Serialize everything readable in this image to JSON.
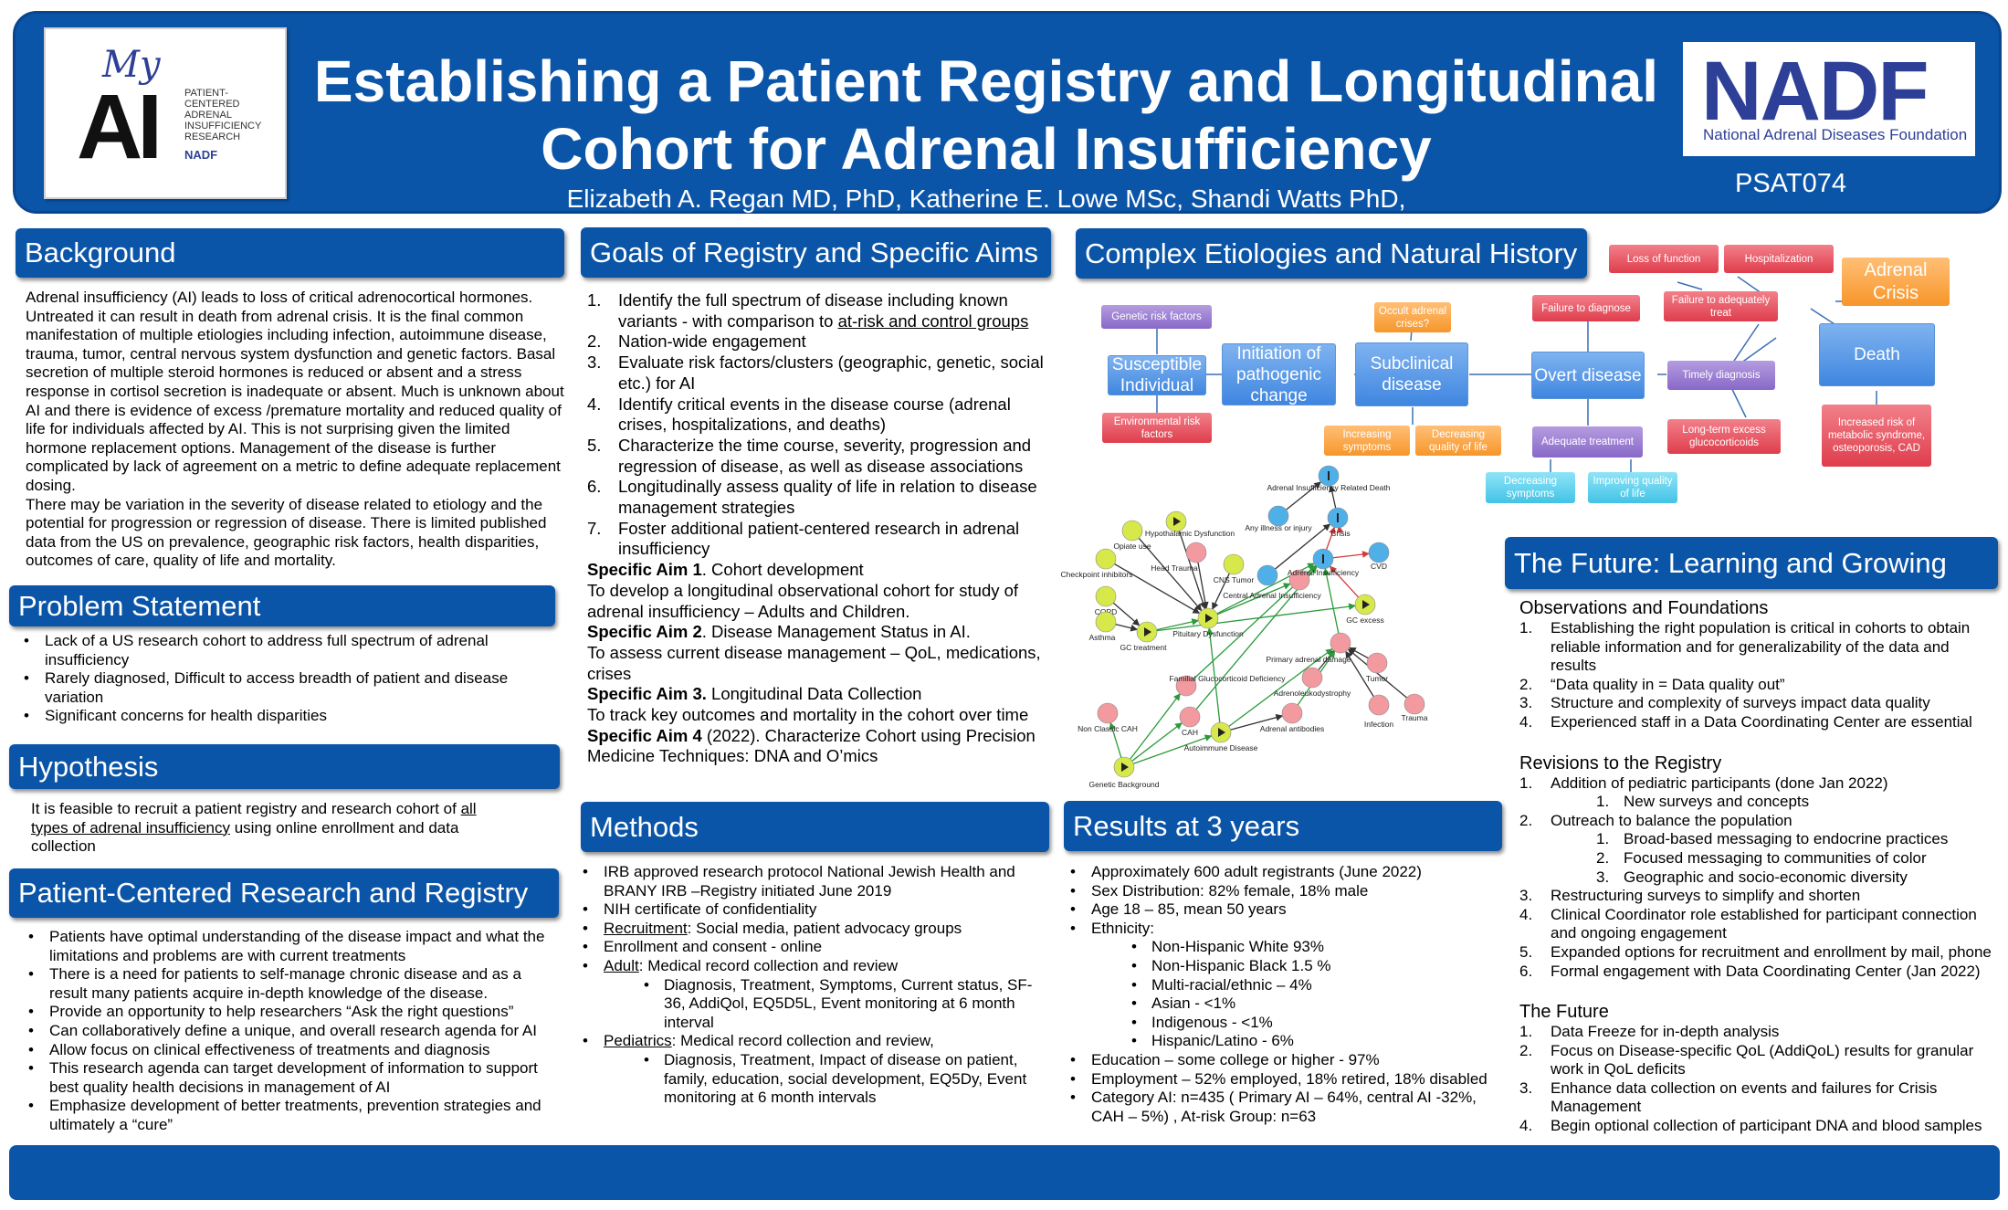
{
  "header": {
    "title_line1": "Establishing a Patient Registry and Longitudinal",
    "title_line2": "Cohort for Adrenal Insufficiency",
    "authors": "Elizabeth A. Regan MD, PhD, Katherine E. Lowe MSc, Shandi Watts PhD,",
    "poster_id": "PSAT074",
    "myai_logo": {
      "my": "My",
      "ai": "AI",
      "line1": "PATIENT-",
      "line2": "CENTERED",
      "line3": "ADRENAL",
      "line4": "INSUFFICIENCY",
      "line5": "RESEARCH",
      "badge": "NADF"
    },
    "nadf_logo": {
      "letters": "NADF",
      "subtitle": "National Adrenal Diseases Foundation"
    }
  },
  "background": {
    "heading": "Background",
    "text": "Adrenal insufficiency (AI) leads to loss of critical adrenocortical hormones. Untreated it can result in death from adrenal crisis.  It is the final common manifestation of multiple etiologies including infection, autoimmune disease, trauma, tumor, central nervous system dysfunction and genetic factors. Basal secretion of multiple steroid hormones is reduced or absent and a stress response in cortisol secretion is inadequate or absent.  Much is unknown about AI and there is evidence of excess /premature mortality and reduced quality of life for individuals affected by AI.  This is not surprising given the limited hormone replacement options.  Management of the disease is further complicated by lack of agreement on a metric to define adequate replacement dosing.",
    "text2": "There may be variation in the severity of disease related to etiology and the potential for progression or regression of disease. There is limited published data from the US on prevalence, geographic risk factors, health disparities, outcomes of care, quality of life and mortality."
  },
  "problem": {
    "heading": "Problem Statement",
    "items": [
      "Lack of a US research cohort to address full spectrum of adrenal insufficiency",
      "Rarely diagnosed, Difficult to access breadth of patient and disease variation",
      "Significant concerns for health disparities"
    ]
  },
  "hypothesis": {
    "heading": "Hypothesis",
    "text_a": "It is feasible to recruit a patient registry and research cohort of ",
    "text_u": "all types of adrenal insufficiency",
    "text_b": " using online enrollment and data collection"
  },
  "pcr": {
    "heading": "Patient-Centered Research and Registry",
    "items": [
      "Patients have optimal understanding of the disease impact and what the limitations and problems are with current treatments",
      "There is a need for patients to self-manage chronic disease and as a result many patients acquire in-depth knowledge of the disease.",
      "Provide an opportunity to help researchers  “Ask the right questions”",
      "Can collaboratively define a unique, and overall research agenda for AI",
      "Allow focus on clinical effectiveness of treatments and diagnosis",
      "This research agenda can target development of information to support best quality health decisions in management of AI",
      "Emphasize development of better treatments, prevention strategies and ultimately a “cure”"
    ]
  },
  "goals": {
    "heading": "Goals of Registry and Specific Aims",
    "g1a": "Identify the full spectrum of disease including known variants - with comparison to ",
    "g1u": "at-risk and control groups",
    "items": [
      "Nation-wide engagement",
      "Evaluate risk factors/clusters (geographic, genetic, social etc.) for AI",
      "Identify critical events in the disease course (adrenal crises, hospitalizations, and deaths)",
      "Characterize the time course, severity, progression and regression of disease, as well as disease associations",
      "Longitudinally assess quality of life in relation to disease management strategies",
      "Foster additional patient-centered research in adrenal insufficiency"
    ],
    "aim1_label": "Specific Aim 1",
    "aim1_title": ". Cohort development",
    "aim1_text": "To develop a longitudinal observational cohort for study of adrenal insufficiency – Adults and Children.",
    "aim2_label": "Specific Aim 2",
    "aim2_title": ". Disease Management Status in AI.",
    "aim2_text": "To assess current disease management – QoL, medications, crises",
    "aim3_label": "Specific Aim 3.",
    "aim3_title": "  Longitudinal Data Collection",
    "aim3_text": "To track key outcomes and mortality in the cohort over time",
    "aim4_label": "Specific Aim 4",
    "aim4_title": " (2022). Characterize Cohort using Precision Medicine Techniques: DNA and O’mics"
  },
  "methods": {
    "heading": "Methods",
    "m1": "IRB approved research protocol National Jewish Health and BRANY IRB –Registry initiated June 2019",
    "m2": "NIH certificate of confidentiality",
    "m3u": "Recruitment",
    "m3": ": Social media, patient advocacy groups",
    "m4": "Enrollment and consent - online",
    "m5u": "Adult",
    "m5": ": Medical record collection and review",
    "m5sub": "Diagnosis, Treatment, Symptoms, Current status, SF-36, AddiQol, EQ5D5L, Event monitoring at 6 month interval",
    "m6u": "Pediatrics",
    "m6": ": Medical record collection and review,",
    "m6sub": "Diagnosis, Treatment, Impact of disease on patient, family, education, social development, EQ5Dy, Event monitoring at 6 month intervals"
  },
  "etiologies": {
    "heading": "Complex Etiologies and Natural History",
    "boxes": {
      "genetic": "Genetic risk factors",
      "susceptible": "Susceptible Individual",
      "environmental": "Environmental risk factors",
      "initiation": "Initiation of pathogenic change",
      "occult": "Occult adrenal crises?",
      "subclinical": "Subclinical disease",
      "increasing": "Increasing symptoms",
      "decreasing_qol": "Decreasing quality of life",
      "failure_diagnose": "Failure to diagnose",
      "overt": "Overt disease",
      "adequate": "Adequate treatment",
      "decreasing_sym": "Decreasing symptoms",
      "improving": "Improving quality of life",
      "loss": "Loss of function",
      "hospitalization": "Hospitalization",
      "failure_treat": "Failure to adequately treat",
      "timely": "Timely diagnosis",
      "longterm": "Long-term excess glucocorticoids",
      "adrenal_crisis": "Adrenal Crisis",
      "death": "Death",
      "increased_risk": "Increased risk of metabolic syndrome, osteoporosis, CAD"
    }
  },
  "network": {
    "labels": [
      "Adrenal Insufficiency Related Death",
      "Any illness or injury",
      "Crisis",
      "CVD",
      "Hypothalamic Dysfunction",
      "Opiate use",
      "Head Trauma",
      "CNS Tumor",
      "Checkpoint inhibitors",
      "Central Adrenal Insufficiency",
      "Adrenal Insufficiency",
      "GC excess",
      "COPD",
      "Pituitary Dysfunction",
      "Asthma",
      "GC treatment",
      "Primary adrenal damage",
      "Tumor",
      "Familial Glucocorticoid Deficiency",
      "Adrenoleukodystrophy",
      "Trauma",
      "Infection",
      "Non Classic CAH",
      "CAH",
      "Adrenal antibodies",
      "Autoimmune Disease",
      "Genetic Background"
    ]
  },
  "results": {
    "heading": "Results at 3 years",
    "items": [
      "Approximately 600 adult registrants (June 2022)",
      "Sex Distribution: 82% female, 18% male",
      "Age 18 – 85, mean 50 years",
      "Ethnicity:"
    ],
    "ethnicity": [
      "Non-Hispanic White 93%",
      "Non-Hispanic Black 1.5 %",
      "Multi-racial/ethnic – 4%",
      "Asian - <1%",
      "Indigenous - <1%",
      "Hispanic/Latino - 6%"
    ],
    "items2": [
      "Education – some college or higher - 97%",
      "Employment – 52% employed, 18% retired, 18% disabled",
      "Category AI: n=435 ( Primary AI – 64%, central AI -32%, CAH – 5%) , At-risk Group: n=63"
    ]
  },
  "future": {
    "heading": "The Future: Learning and Growing",
    "obs_title": "Observations and Foundations",
    "obs": [
      "Establishing the right population is critical in cohorts to obtain reliable information and for generalizability of the data and results",
      "“Data quality in = Data quality out”",
      "Structure and complexity of surveys impact data quality",
      "Experienced staff in a Data Coordinating Center are essential"
    ],
    "rev_title": "Revisions to the Registry",
    "rev1": "Addition of pediatric participants (done Jan 2022)",
    "rev1_sub": [
      "New surveys and concepts"
    ],
    "rev2": "Outreach to balance the population",
    "rev2_sub": [
      "Broad-based messaging to endocrine practices",
      "Focused messaging to communities of color",
      "Geographic and socio-economic diversity"
    ],
    "rev_rest": [
      "Restructuring surveys to simplify and shorten",
      "Clinical Coordinator role established for participant connection and ongoing engagement",
      "Expanded options for recruitment and enrollment by mail, phone",
      "Formal engagement with Data Coordinating Center (Jan 2022)"
    ],
    "fut_title": "The Future",
    "fut": [
      "Data Freeze for in-depth analysis",
      "Focus on Disease-specific  QoL (AddiQoL) results for granular work in QoL deficits",
      "Enhance data collection on events and failures for Crisis Management",
      "Begin optional collection of participant DNA and blood samples"
    ]
  }
}
